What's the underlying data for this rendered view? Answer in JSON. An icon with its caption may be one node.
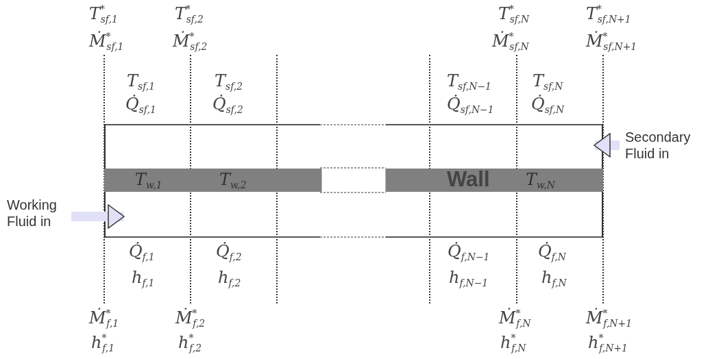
{
  "diagram": {
    "nodes": [
      {
        "text": [],
        "shape": "box"
      },
      {
        "text": [
          "T$_{w,1}$",
          "T$_{w,2}$",
          "Wall",
          "T$_{w,N}$"
        ],
        "in": 0
      },
      {
        "text": [
          "Working Fluid in"
        ]
      },
      {
        "text": [
          "Secondary Fluid in"
        ]
      }
    ],
    "edges": [
      {
        "from": 2,
        "to": 0,
        "arrow": "to"
      },
      {
        "from": 3,
        "to": 0,
        "arrow": "to"
      }
    ],
    "labels": [
      "T$^{*}$$_{sf,1}$",
      "T$^{*}$$_{sf,2}$",
      "T$^{*}$$_{sf,N}$",
      "T$^{*}$$_{sf,N+1}$",
      "Ṁ$^{*}$$_{sf,1}$",
      "Ṁ$^{*}$$_{sf,2}$",
      "Ṁ$^{*}$$_{sf,N}$",
      "Ṁ$^{*}$$_{sf,N+1}$",
      "T$_{sf,1}$",
      "T$_{sf,2}$",
      "T$_{sf,N−1}$",
      "T$_{sf,N}$",
      "Q̇$_{sf,1}$",
      "Q̇$_{sf,2}$",
      "Q̇$_{sf,N−1}$",
      "Q̇$_{sf,N}$",
      "Q̇$_{f,1}$",
      "Q̇$_{f,2}$",
      "Q̇$_{f,N−1}$",
      "Q̇$_{f,N}$",
      "h$_{f,1}$",
      "h$_{f,2}$",
      "h$_{f,N−1}$",
      "h$_{f,N}$",
      "Ṁ$^{*}$$_{f,1}$",
      "Ṁ$^{*}$$_{f,2}$",
      "Ṁ$^{*}$$_{f,N}$",
      "Ṁ$^{*}$$_{f,N+1}$",
      "h$^{*}$$_{f,1}$",
      "h$^{*}$$_{f,2}$",
      "h$^{*}$$_{f,N}$",
      "h$^{*}$$_{f,N+1}$"
    ]
  }
}
